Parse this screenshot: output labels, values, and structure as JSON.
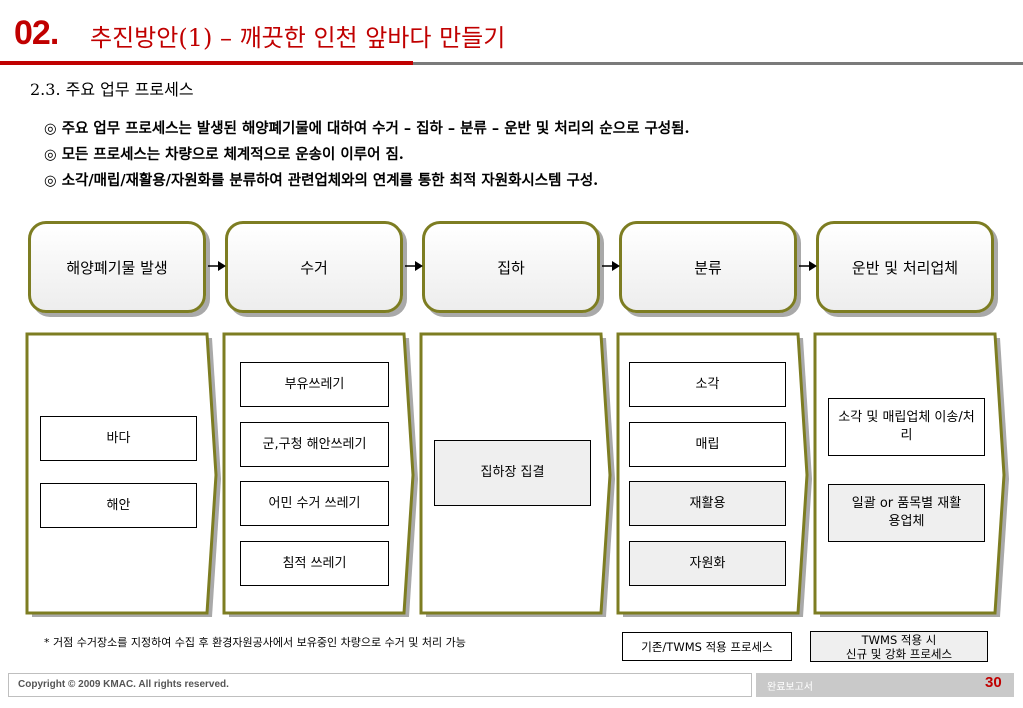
{
  "header": {
    "number": "02.",
    "title": "추진방안(1) – 깨끗한 인천 앞바다 만들기"
  },
  "subtitle": "2.3. 주요 업무 프로세스",
  "bullets": [
    "◎ 주요 업무 프로세스는 발생된 해양폐기물에 대하여 수거 – 집하 – 분류 – 운반 및 처리의 순으로 구성됨.",
    "◎ 모든 프로세스는 차량으로 체계적으로 운송이 이루어 짐.",
    "◎ 소각/매립/재활용/자원화를 분류하여 관련업체와의 연계를 통한 최적 자원화시스템 구성."
  ],
  "stages": [
    "해양폐기물 발생",
    "수거",
    "집하",
    "분류",
    "운반 및 처리업체"
  ],
  "panels": {
    "source": [
      "바다",
      "해안"
    ],
    "collection": [
      "부유쓰레기",
      "군,구청 해안쓰레기",
      "어민 수거 쓰레기",
      "침적 쓰레기"
    ],
    "gathering": [
      "집하장 집결"
    ],
    "sorting": [
      "소각",
      "매립",
      "재활용",
      "자원화"
    ],
    "processing": [
      "소각 및 매립업체 이송/처리",
      "일괄 or 품목별 재활용업체"
    ]
  },
  "footnote": "* 거점 수거장소를 지정하여 수집 후 환경자원공사에서 보유중인 차량으로 수거 및 처리 가능",
  "legend": {
    "existing": "기존/TWMS 적용 프로세스",
    "new_line1": "TWMS 적용 시",
    "new_line2": "신규 및 강화 프로세스"
  },
  "footer": {
    "copyright": "Copyright © 2009 KMAC. All rights reserved.",
    "report": "완료보고서",
    "page": "30"
  },
  "colors": {
    "accent": "#c00000",
    "olive": "#7d7d22",
    "grey_fill": "#efefef"
  }
}
